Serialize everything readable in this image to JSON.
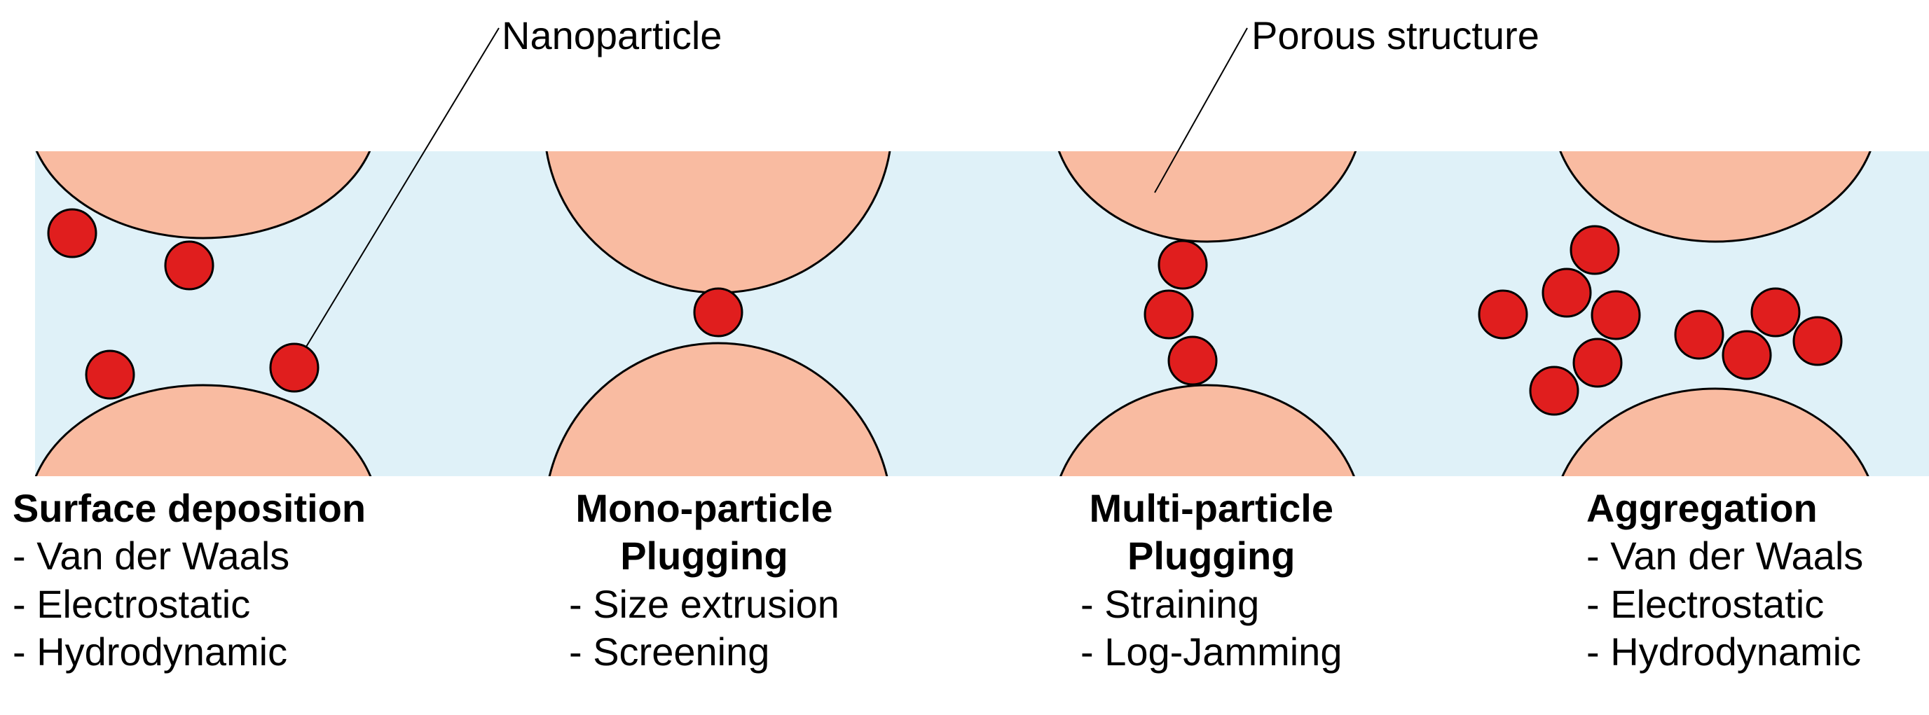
{
  "callouts": {
    "nanoparticle": "Nanoparticle",
    "porous_structure": "Porous structure"
  },
  "panels": [
    {
      "title": "Surface deposition",
      "items": [
        "- Van der Waals",
        "- Electrostatic",
        "- Hydrodynamic"
      ]
    },
    {
      "title_line1": "Mono-particle",
      "title_line2": "Plugging",
      "items": [
        "- Size extrusion",
        "- Screening"
      ]
    },
    {
      "title_line1": "Multi-particle",
      "title_line2": "Plugging",
      "items": [
        "- Straining",
        "- Log-Jamming"
      ]
    },
    {
      "title": "Aggregation",
      "items": [
        "- Van der Waals",
        "- Electrostatic",
        "- Hydrodynamic"
      ]
    }
  ],
  "colors": {
    "fluid": "#dff1f8",
    "grain": "#f9bba1",
    "nanoparticle": "#e01e1e",
    "outline": "#000000"
  }
}
